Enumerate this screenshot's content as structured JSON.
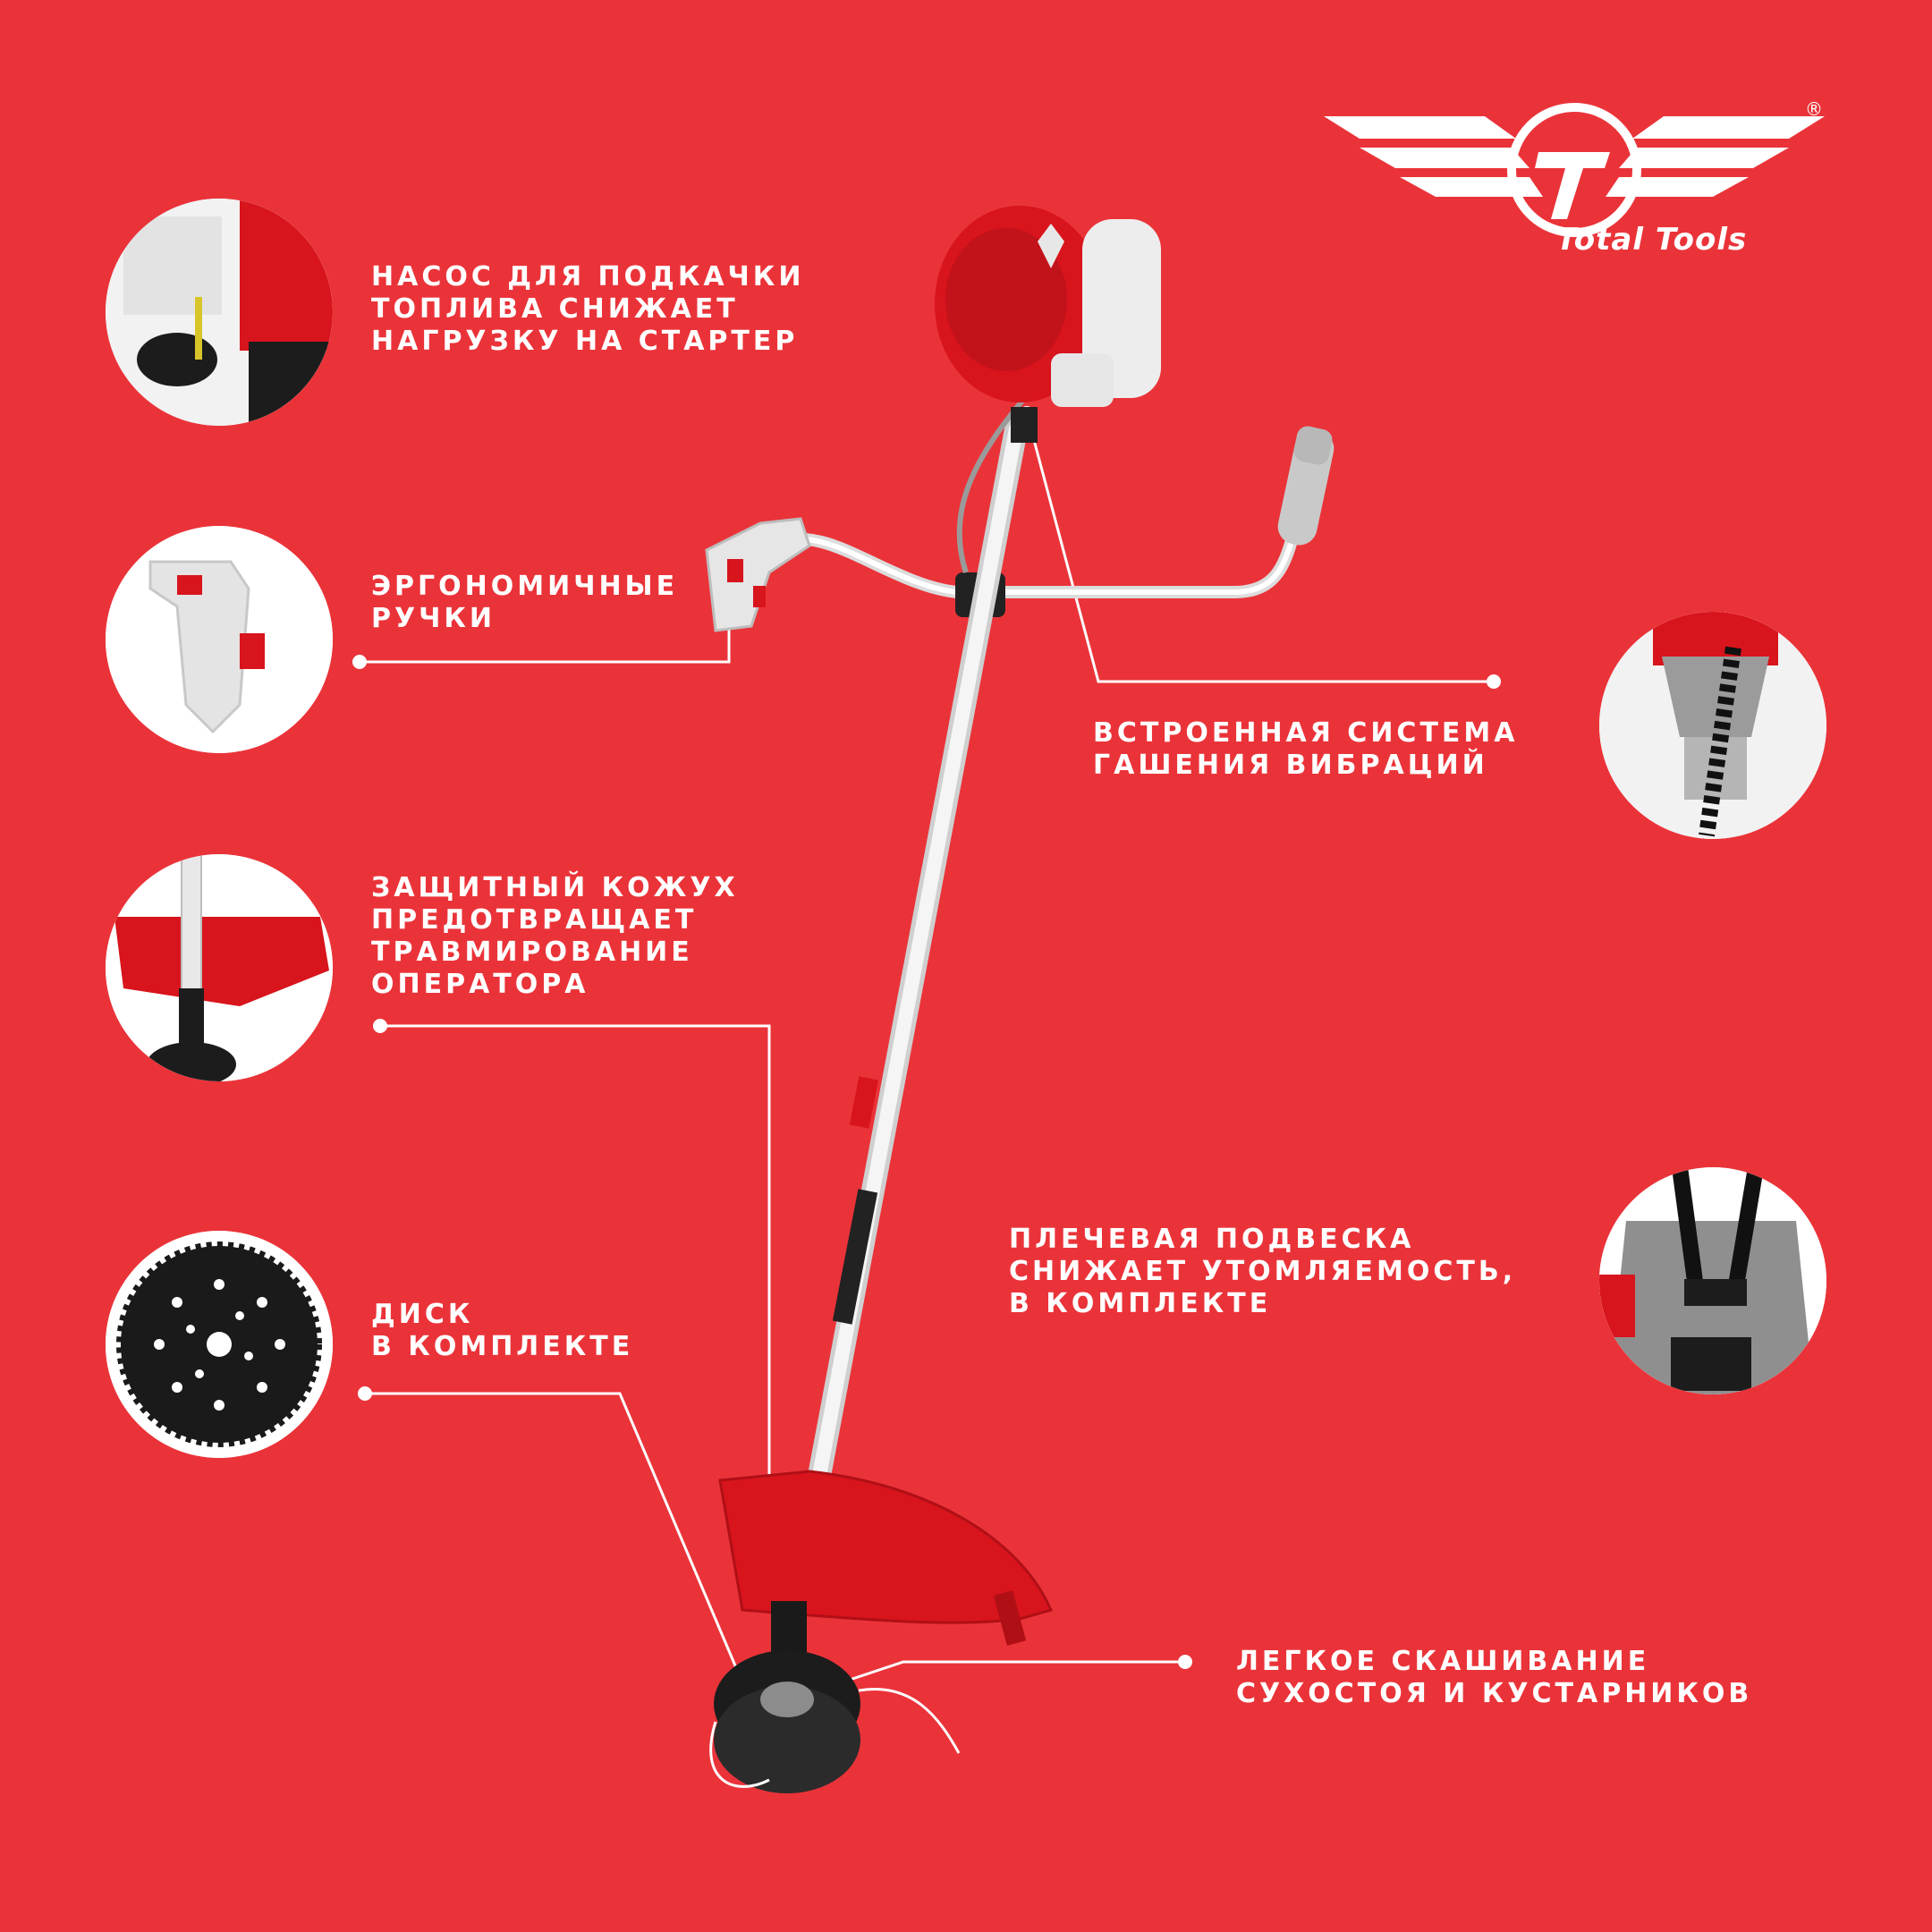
{
  "brand": {
    "name": "Total Tools",
    "registered_mark": "®",
    "logo_icon": "tt-winged-logo-icon"
  },
  "colors": {
    "background": "#ea3339",
    "text": "#ffffff",
    "accent_red": "#d8141c",
    "shaft": "#f2f2f2"
  },
  "features": {
    "fuel_pump": {
      "lines": [
        "НАСОС ДЛЯ ПОДКАЧКИ",
        "ТОПЛИВА СНИЖАЕТ",
        "НАГРУЗКУ НА СТАРТЕР"
      ],
      "icon": "fuel-primer-bulb-photo"
    },
    "handles": {
      "lines": [
        "ЭРГОНОМИЧНЫЕ",
        "РУЧКИ"
      ],
      "icon": "handle-grip-photo"
    },
    "vibration": {
      "lines": [
        "ВСТРОЕННАЯ СИСТЕМА",
        "ГАШЕНИЯ ВИБРАЦИЙ"
      ],
      "icon": "vibration-damper-spring-photo"
    },
    "guard": {
      "lines": [
        "ЗАЩИТНЫЙ КОЖУХ",
        "ПРЕДОТВРАЩАЕТ",
        "ТРАВМИРОВАНИЕ",
        "ОПЕРАТОРА"
      ],
      "icon": "safety-guard-photo"
    },
    "harness": {
      "lines": [
        "ПЛЕЧЕВАЯ ПОДВЕСКА",
        "СНИЖАЕТ УТОМЛЯЕМОСТЬ,",
        "В КОМПЛЕКТЕ"
      ],
      "icon": "shoulder-harness-photo"
    },
    "disc": {
      "lines": [
        "ДИСК",
        "В КОМПЛЕКТЕ"
      ],
      "icon": "cutting-disc-photo"
    },
    "mowing": {
      "lines": [
        "ЛЕГКОЕ СКАШИВАНИЕ",
        "СУХОСТОЯ И КУСТАРНИКОВ"
      ],
      "icon": "trimmer-head-icon"
    }
  }
}
